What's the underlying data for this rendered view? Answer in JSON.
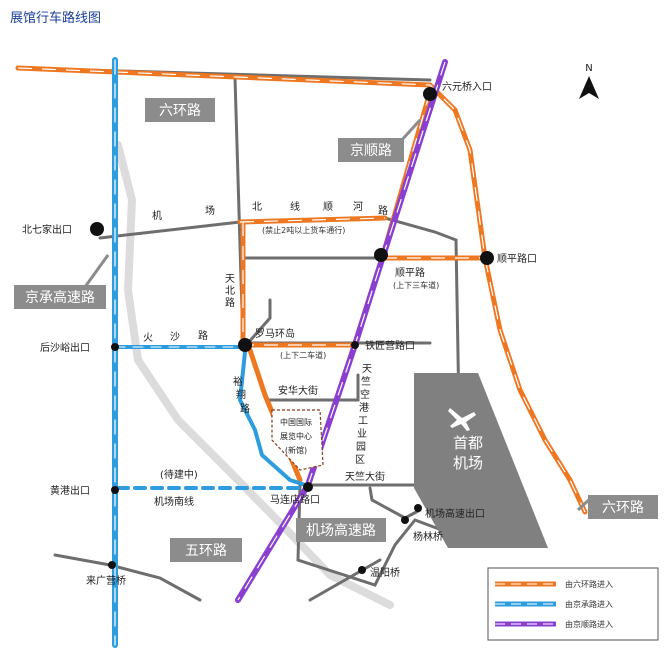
{
  "title": "展馆行车路线图",
  "compass": "N",
  "roads": {
    "road_labels": [
      "六环路",
      "京顺路",
      "京承高速路",
      "五环路",
      "机场高速路",
      "六环路"
    ],
    "jichang_north": [
      "机",
      "场",
      "北",
      "线",
      "顺",
      "河",
      "路"
    ],
    "jichang_north_note": "(禁止2吨以上货车通行)",
    "shunping_road": "顺平路",
    "shunping_note": "(上下三车道)",
    "tianbei_road": [
      "天",
      "北",
      "路"
    ],
    "huosha_road": [
      "火",
      "沙",
      "路"
    ],
    "yuxiang_road": [
      "裕",
      "翔",
      "路"
    ],
    "anhua_street": "安华大街",
    "tianzhu_street": "天竺大街",
    "luoma_note": "(上下二车道)",
    "tianzhu_park": [
      "天",
      "竺",
      "空",
      "港",
      "工",
      "业",
      "园",
      "区"
    ],
    "under_construction": "(待建中)",
    "airport_south_line": "机场南线"
  },
  "places": {
    "liuyuanqiao": "六元桥入口",
    "beiqijia": "北七家出口",
    "shunping_exit": "顺平路口",
    "luoma": "罗马环岛",
    "tiejiangying": "铁匠营路口",
    "houshayu": "后沙峪出口",
    "huanggang": "黄港出口",
    "malianzhuang": "马连店路口",
    "airport_express_exit": "机场高速出口",
    "yanglinqiao": "杨林桥",
    "wenyangqiao": "温阳桥",
    "laiguangying": "来广营桥"
  },
  "exhibition_center": [
    "中国国际",
    "展览中心",
    "(新馆)"
  ],
  "airport": [
    "首都",
    "机场"
  ],
  "legend": [
    {
      "label": "由六环路进入",
      "color": "#ee7722"
    },
    {
      "label": "由京承路进入",
      "color": "#2d9de0"
    },
    {
      "label": "由京顺路进入",
      "color": "#8a3fd1"
    }
  ],
  "colors": {
    "title": "#1a3f9c",
    "orange_route": "#ee7722",
    "blue_route": "#2d9de0",
    "purple_route": "#8a3fd1",
    "road_gray": "#6e6e6e",
    "light_road": "#dcdcdc",
    "tag": "#8c8c8c",
    "airport": "#808080"
  }
}
